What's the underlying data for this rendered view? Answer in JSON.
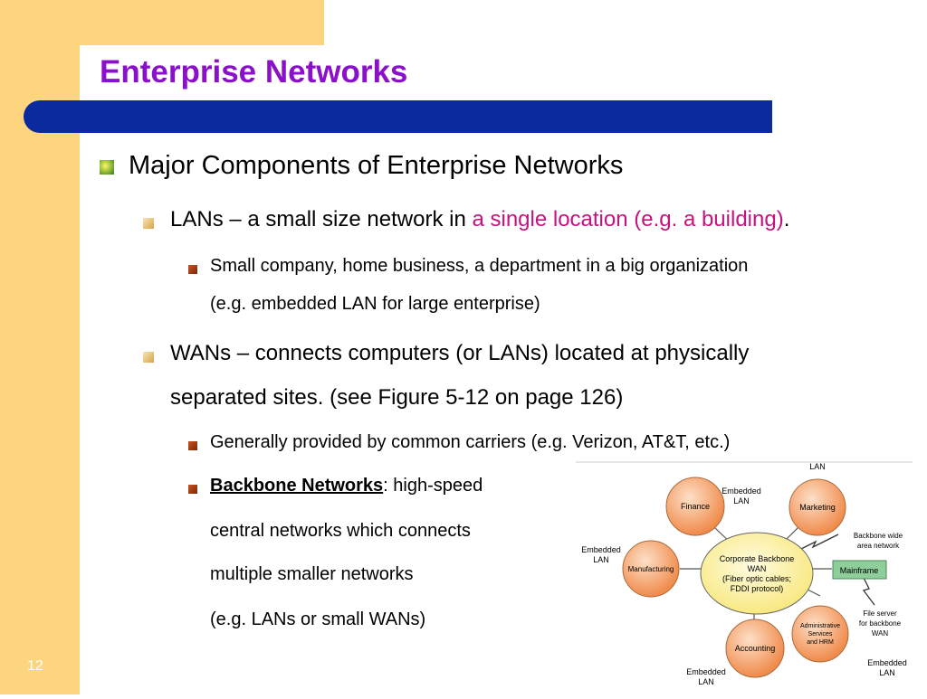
{
  "slide": {
    "title": "Enterprise Networks",
    "number": "12"
  },
  "content": {
    "l1": "Major Components of Enterprise Networks",
    "lans_prefix": "LANs – a small size network in ",
    "lans_highlight": "a single location (e.g. a building)",
    "lans_suffix": ".",
    "lans_sub_line1": "Small company, home business, a department in a big organization",
    "lans_sub_line2": "(e.g. embedded LAN for large enterprise)",
    "wans_line1": "WANs – connects computers (or LANs) located at physically",
    "wans_line2": "separated sites. (see Figure 5-12 on page 126)",
    "wans_sub1": "Generally provided by common carriers (e.g. Verizon, AT&T, etc.)",
    "backbone_label": "Backbone Networks",
    "backbone_line1_rest": ": high-speed",
    "backbone_line2": "central networks which connects",
    "backbone_line3": "multiple smaller networks",
    "backbone_line4": "(e.g. LANs or small WANs)"
  },
  "diagram": {
    "center": [
      "Corporate Backbone",
      "WAN",
      "(Fiber optic cables;",
      "FDDI protocol)"
    ],
    "nodes": {
      "finance": "Finance",
      "marketing": "Marketing",
      "manufacturing": "Manufacturing",
      "accounting": "Accounting",
      "admin": [
        "Administrative",
        "Services",
        "and HRM"
      ]
    },
    "labels": {
      "lan_top": "LAN",
      "embedded_top": [
        "Embedded",
        "LAN"
      ],
      "embedded_left": [
        "Embedded",
        "LAN"
      ],
      "embedded_bottom": [
        "Embedded",
        "LAN"
      ],
      "embedded_right_bottom": [
        "Embedded",
        "LAN"
      ],
      "backbone_wide": [
        "Backbone wide",
        "area network"
      ],
      "mainframe": "Mainframe",
      "file_server": [
        "File server",
        "for backbone",
        "WAN"
      ]
    },
    "colors": {
      "node_fill": "#f5a06a",
      "center_fill": "#fdf3a5",
      "mainframe_fill": "#8fce9a"
    }
  }
}
